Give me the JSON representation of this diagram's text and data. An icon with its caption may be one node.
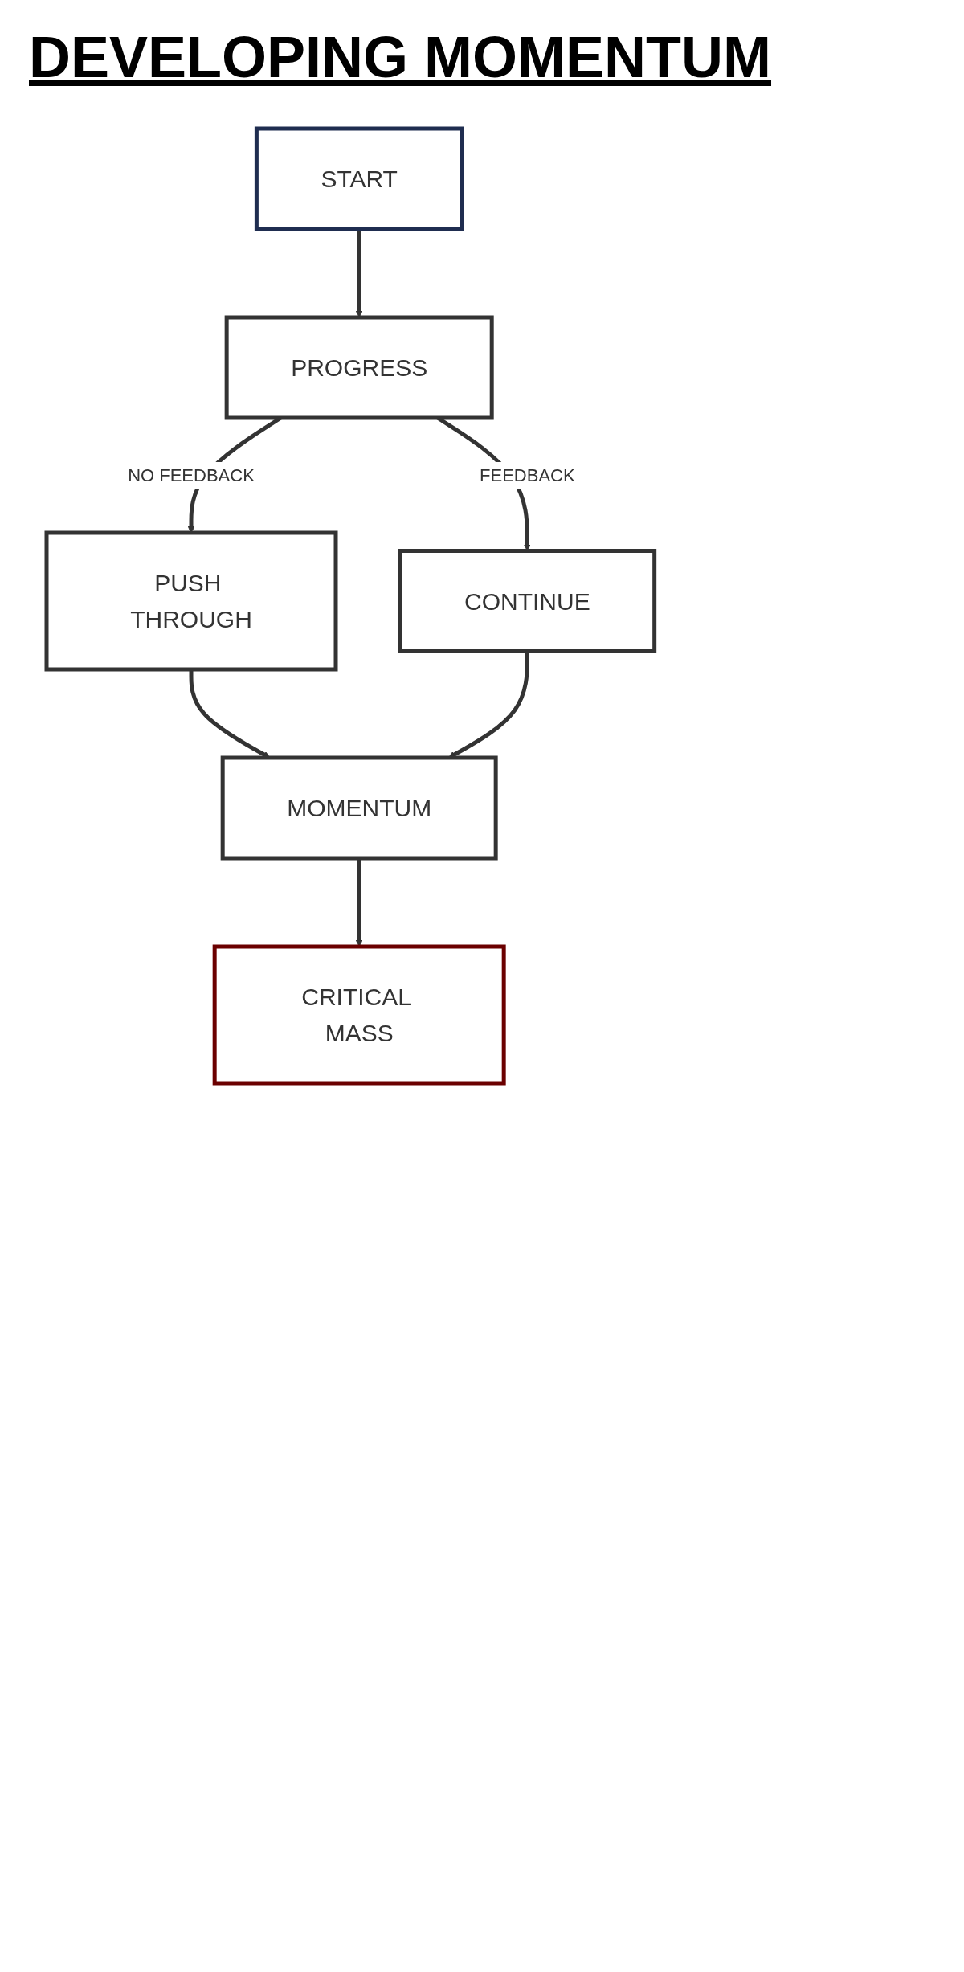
{
  "diagram": {
    "title": "DEVELOPING MOMENTUM",
    "nodes": [
      {
        "text": [
          "START"
        ]
      },
      {
        "text": [
          "PROGRESS"
        ]
      },
      {
        "text": [
          "PUSH THROUGH"
        ]
      },
      {
        "text": [
          "CONTINUE"
        ]
      },
      {
        "text": [
          "MOMENTUM"
        ]
      },
      {
        "text": [
          "CRITICAL MASS"
        ]
      }
    ],
    "edges": [
      {
        "from": 0,
        "to": 1,
        "arrow": "to"
      },
      {
        "from": 1,
        "to": 2,
        "arrow": "to",
        "label": "NO FEEDBACK"
      },
      {
        "from": 1,
        "to": 3,
        "arrow": "to",
        "label": "FEEDBACK"
      },
      {
        "from": 2,
        "to": 4,
        "arrow": "to"
      },
      {
        "from": 3,
        "to": 4,
        "arrow": "to"
      },
      {
        "from": 4,
        "to": 5,
        "arrow": "to"
      }
    ]
  }
}
